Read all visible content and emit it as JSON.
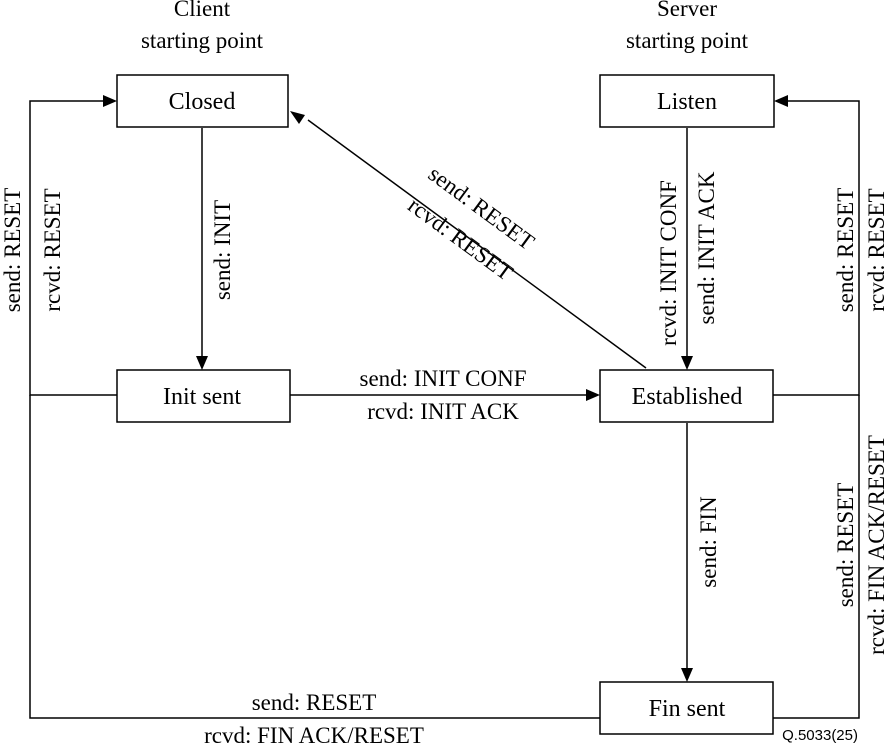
{
  "headings": {
    "client": [
      "Client",
      "starting point"
    ],
    "server": [
      "Server",
      "starting point"
    ]
  },
  "states": {
    "closed": "Closed",
    "listen": "Listen",
    "init_sent": "Init sent",
    "established": "Established",
    "fin_sent": "Fin sent"
  },
  "transitions": {
    "closed_to_init_sent": "send: INIT",
    "listen_to_established": [
      "rcvd: INIT CONF",
      "send: INIT ACK"
    ],
    "established_to_closed": [
      "send: RESET",
      "rcvd: RESET"
    ],
    "init_sent_to_established": [
      "send: INIT CONF",
      "rcvd: INIT ACK"
    ],
    "established_to_fin_sent": "send: FIN",
    "left_loop_to_closed": [
      "send: RESET",
      "rcvd: RESET"
    ],
    "right_loop_to_listen": [
      "send: RESET",
      "rcvd: RESET"
    ],
    "right_loop_fin_sent": [
      "send: RESET",
      "rcvd: FIN ACK/RESET"
    ],
    "bottom_loop_fin_sent": [
      "send: RESET",
      "rcvd: FIN ACK/RESET"
    ]
  },
  "figure_id": "Q.5033(25)"
}
